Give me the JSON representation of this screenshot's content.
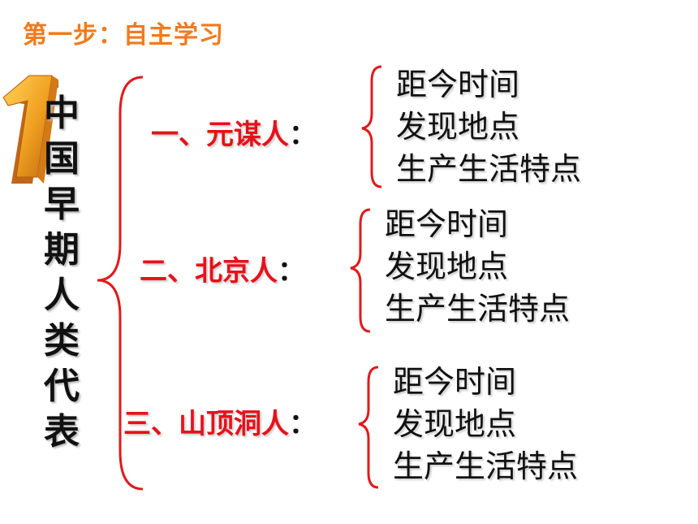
{
  "header": {
    "step_title": "第一步：自主学习"
  },
  "topic": {
    "number_badge": "1",
    "title_chars": [
      "中",
      "国",
      "早",
      "期",
      "人",
      "类",
      "代",
      "表"
    ]
  },
  "groups": [
    {
      "title": "一、元谋人",
      "colon": "：",
      "items": [
        "距今时间",
        "发现地点",
        "生产生活特点"
      ]
    },
    {
      "title": "二、北京人",
      "colon": "：",
      "items": [
        "距今时间",
        "发现地点",
        "生产生活特点"
      ]
    },
    {
      "title": "三、山顶洞人",
      "colon": "：",
      "items": [
        "距今时间",
        "发现地点",
        "生产生活特点"
      ]
    }
  ],
  "colors": {
    "heading": "#f07a1e",
    "group_title": "#e8101a",
    "brace": "#e01a1a",
    "badge": "#f0a020"
  }
}
